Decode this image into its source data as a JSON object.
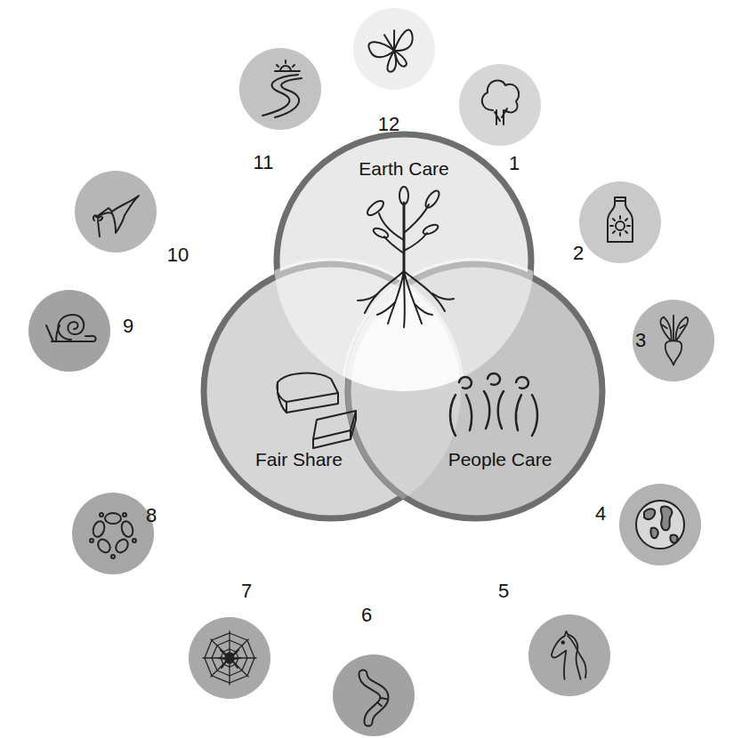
{
  "diagram": {
    "nodes": [
      {
        "text": [
          "Earth Care"
        ]
      },
      {
        "text": [
          "Fair Share"
        ]
      },
      {
        "text": [
          "People Care"
        ]
      }
    ],
    "labels": [
      "1",
      "2",
      "3",
      "4",
      "5",
      "6",
      "7",
      "8",
      "9",
      "10",
      "11",
      "12"
    ]
  }
}
